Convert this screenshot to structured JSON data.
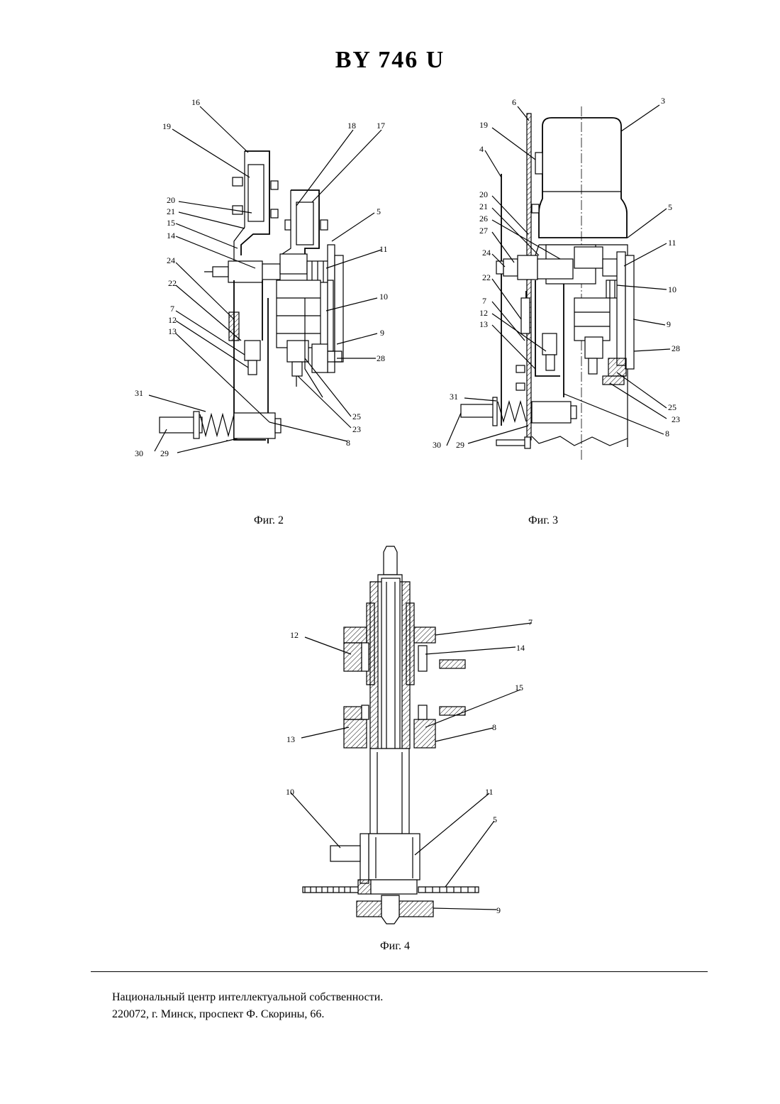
{
  "doc_number": "BY  746  U",
  "fig2": {
    "caption": "Фиг. 2",
    "labels": [
      "16",
      "19",
      "18",
      "17",
      "20",
      "21",
      "15",
      "14",
      "5",
      "11",
      "24",
      "10",
      "22",
      "7",
      "12",
      "13",
      "9",
      "28",
      "31",
      "25",
      "23",
      "30",
      "29",
      "8"
    ]
  },
  "fig3": {
    "caption": "Фиг. 3",
    "labels": [
      "6",
      "3",
      "19",
      "4",
      "20",
      "21",
      "26",
      "27",
      "5",
      "11",
      "24",
      "10",
      "22",
      "7",
      "12",
      "13",
      "9",
      "28",
      "31",
      "25",
      "23",
      "30",
      "29",
      "8"
    ]
  },
  "fig4": {
    "caption": "Фиг. 4",
    "labels": [
      "7",
      "12",
      "14",
      "15",
      "13",
      "8",
      "10",
      "11",
      "5",
      "9"
    ]
  },
  "footer": {
    "line1": "Национальный центр интеллектуальной собственности.",
    "line2": "220072, г. Минск, проспект Ф. Скорины, 66."
  }
}
